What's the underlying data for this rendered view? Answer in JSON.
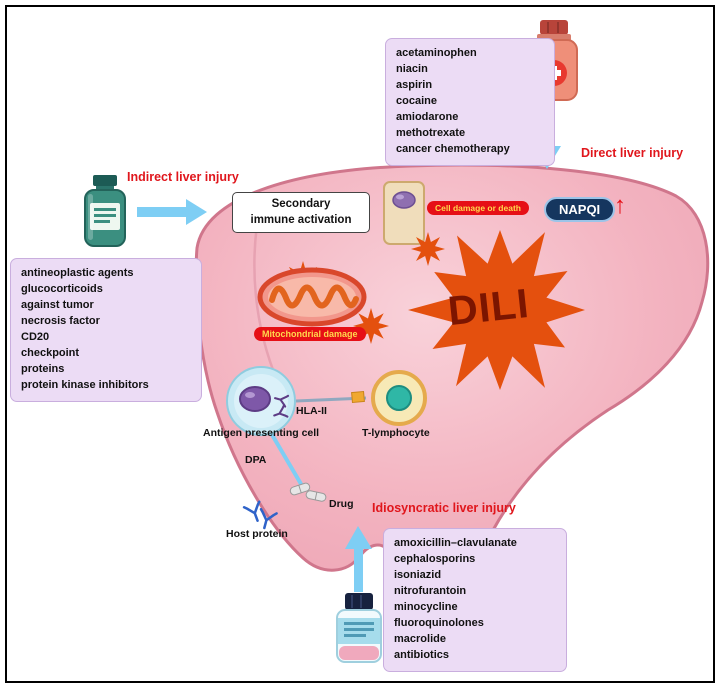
{
  "injury_labels": {
    "indirect": "Indirect  liver injury",
    "direct": "Direct liver injury",
    "idiosyncratic": "Idiosyncratic liver injury"
  },
  "drug_boxes": {
    "direct": {
      "items": [
        "acetaminophen",
        "niacin",
        "aspirin",
        "cocaine",
        "amiodarone",
        "methotrexate",
        "cancer chemotherapy"
      ]
    },
    "indirect": {
      "items": [
        "antineoplastic agents",
        "glucocorticoids",
        "against tumor",
        "necrosis factor",
        "CD20",
        "checkpoint",
        "proteins",
        "protein kinase inhibitors"
      ]
    },
    "idiosyncratic": {
      "items": [
        "amoxicillin–clavulanate",
        "cephalosporins",
        "isoniazid",
        "nitrofurantoin",
        "minocycline",
        "fluoroquinolones",
        "macrolide",
        "antibiotics"
      ]
    }
  },
  "callouts": {
    "secondary_line1": "Secondary",
    "secondary_line2": "immune activation",
    "cell_damage": "Cell damage or death",
    "napqi": "NAPQI",
    "napqi_arrow": "↑",
    "mitochondrial_damage": "Mitochondrial damage",
    "dili": "DILI"
  },
  "cell_labels": {
    "apc": "Antigen presenting cell",
    "hla": "HLA-II",
    "t_cell": "T-lymphocyte",
    "dpa": "DPA",
    "drug": "Drug",
    "host_protein": "Host protein"
  },
  "colors": {
    "liver_fill": "#f3b3c0",
    "liver_stroke": "#d0768c",
    "burst_orange": "#e4500e",
    "dili_text": "#7c1500",
    "red_accent": "#e60f16",
    "arrow_blue": "#7ecef4",
    "box_purple": "#ecdcf5",
    "napqi_bg": "#15365f"
  }
}
